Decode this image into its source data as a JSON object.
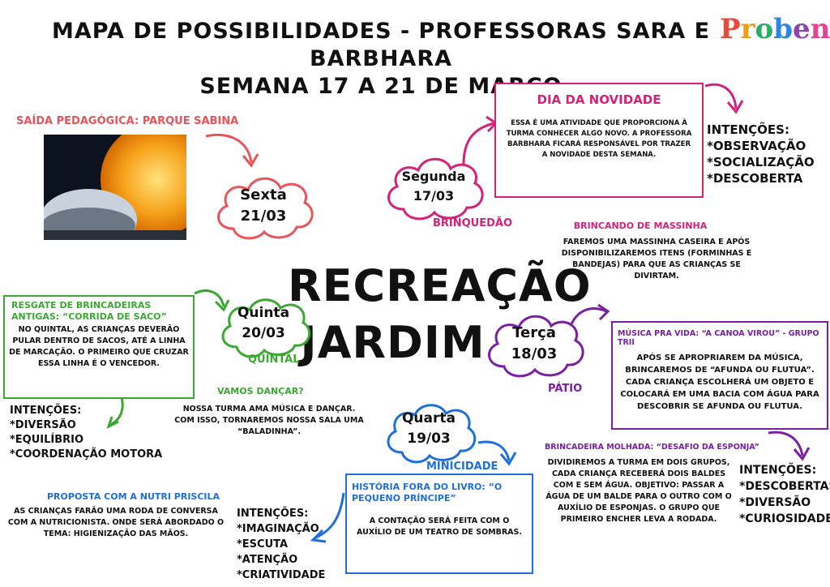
{
  "header": {
    "line1": "MAPA DE POSSIBILIDADES - PROFESSORAS SARA E BARBHARA",
    "line2": "SEMANA 17 A 21 DE MARÇO"
  },
  "logo": {
    "text": "Proben"
  },
  "center": {
    "line1": "RECREAÇÃO",
    "line2": "JARDIM I"
  },
  "friday": {
    "day": "Sexta",
    "date": "21/03",
    "activity": "SAÍDA PEDAGÓGICA: PARQUE SABINA"
  },
  "monday": {
    "day": "Segunda",
    "date": "17/03",
    "place": "BRINQUEDÃO",
    "box_title": "DIA DA NOVIDADE",
    "box_text": "ESSA É UMA ATIVIDADE QUE PROPORCIONA à TURMA CONHECER ALGO NOVO. A PROFESSORA BARBHARA FICARÁ RESPONSÁVEL POR TRAZER A NOVIDADE DESTA SEMANA.",
    "intents_title": "INTENÇÕES:",
    "intents": [
      "*OBSERVAÇÃO",
      "*SOCIALIZAÇÃO",
      "*DESCOBERTA"
    ],
    "extra_title": "BRINCANDO DE MASSINHA",
    "extra_text": "FAREMOS UMA MASSINHA CASEIRA E APÓS DISPONIBILIZAREMOS ITENS (FORMINHAS E BANDEJAS) PARA QUE AS CRIANÇAS SE DIVIRTAM."
  },
  "thursday": {
    "day": "Quinta",
    "date": "20/03",
    "place": "QUINTAL",
    "box_title": "RESGATE DE BRINCADEIRAS ANTIGAS: “CORRIDA DE SACO”",
    "box_text": "NO QUINTAL, AS CRIANÇAS DEVERÃO PULAR DENTRO DE SACOS, ATÉ A LINHA DE MARCAÇÃO. O PRIMEIRO QUE CRUZAR ESSA LINHA É O VENCEDOR.",
    "intents_title": "INTENÇÕES:",
    "intents": [
      "*DIVERSÃO",
      "*EQUILÍBRIO",
      "*COORDENAÇÃO MOTORA"
    ],
    "extra_title": "VAMOS DANÇAR?",
    "extra_text": "NOSSA TURMA AMA MÚSICA E DANÇAR. COM ISSO, TORNAREMOS NOSSA SALA UMA “BALADINHA”."
  },
  "tuesday": {
    "day": "Terça",
    "date": "18/03",
    "place": "PÁTIO",
    "box_title": "MÚSICA PRA VIDA: “A CANOA VIROU” - GRUPO TRII",
    "box_text": "APÓS SE APROPRIAREM DA MÚSICA, BRINCAREMOS DE “AFUNDA OU FLUTUA”. CADA CRIANÇA ESCOLHERÁ UM OBJETO E COLOCARÁ EM UMA BACIA COM ÁGUA PARA DESCOBRIR SE AFUNDA OU FLUTUA.",
    "intents_title": "INTENÇÕES:",
    "intents": [
      "*DESCOBERTAS",
      "*DIVERSÃO",
      "*CURIOSIDADE"
    ],
    "extra_title": "BRINCADEIRA MOLHADA: “DESAFIO DA ESPONJA”",
    "extra_text": "DIVIDIREMOS A TURMA EM DOIS GRUPOS, CADA CRIANÇA RECEBERÁ DOIS BALDES COM E SEM ÁGUA. OBJETIVO: PASSAR A ÁGUA DE UM BALDE PARA O OUTRO COM O AUXÍLIO DE ESPONJAS. O GRUPO QUE PRIMEIRO ENCHER LEVA A RODADA."
  },
  "wednesday": {
    "day": "Quarta",
    "date": "19/03",
    "place": "MINICIDADE",
    "box_title": "HISTÓRIA FORA DO LIVRO: “O PEQUENO PRÍNCIPE”",
    "box_text": "A CONTAÇÃO SERÁ FEITA COM O AUXÍLIO DE UM TEATRO DE SOMBRAS.",
    "intents_title": "INTENÇÕES:",
    "intents": [
      "*IMAGINAÇÃO",
      "*ESCUTA",
      "*ATENÇÃO",
      "*CRIATIVIDADE"
    ],
    "extra_title": "PROPOSTA COM A NUTRI PRISCILA",
    "extra_text": "AS CRIANÇAS FARÃO UMA RODA DE CONVERSA COM A NUTRICIONISTA. ONDE SERÁ ABORDADO O TEMA: HIGIENIZAÇÃO DAS MÃOS."
  },
  "colors": {
    "friday": "#e8545a",
    "monday": "#d4227a",
    "thursday": "#3aa832",
    "tuesday": "#7b1fa2",
    "wednesday": "#1e6fd9"
  }
}
